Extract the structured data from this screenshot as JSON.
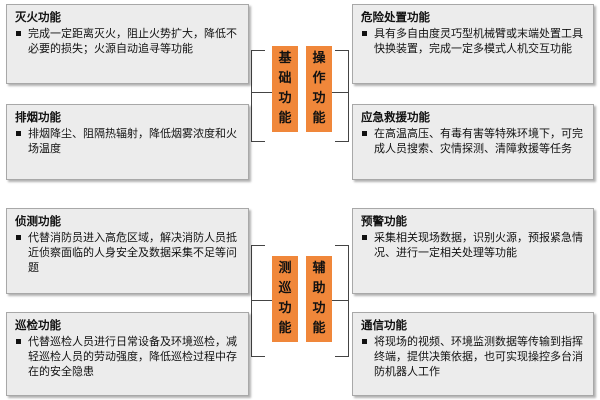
{
  "center_labels": {
    "basic": "基础功能",
    "operation": "操作功能",
    "detection": "测巡功能",
    "auxiliary": "辅助功能"
  },
  "cards": {
    "fire_extinguish": {
      "title": "灭火功能",
      "text": "完成一定距离灭火，阻止火势扩大，降低不必要的损失；火源自动追寻等功能"
    },
    "smoke_exhaust": {
      "title": "排烟功能",
      "text": "排烟降尘、阻隔热辐射，降低烟雾浓度和火场温度"
    },
    "hazard_disposal": {
      "title": "危险处置功能",
      "text": "具有多自由度灵巧型机械臂或末端处置工具快换装置，完成一定多模式人机交互功能"
    },
    "emergency_rescue": {
      "title": "应急救援功能",
      "text": "在高温高压、有毒有害等特殊环境下，可完成人员搜索、灾情探测、清障救援等任务"
    },
    "reconnaissance": {
      "title": "侦测功能",
      "text": "代替消防员进入高危区域，解决消防人员抵近侦察面临的人身安全及数据采集不足等问题"
    },
    "patrol": {
      "title": "巡检功能",
      "text": "代替巡检人员进行日常设备及环境巡检，减轻巡检人员的劳动强度，降低巡检过程中存在的安全隐患"
    },
    "early_warning": {
      "title": "预警功能",
      "text": "采集相关现场数据，识别火源，预报紧急情况、进行一定相关处理等功能"
    },
    "communication": {
      "title": "通信功能",
      "text": "将现场的视频、环境监测数据等传输到指挥终端，提供决策依据，也可实现操控多台消防机器人工作"
    }
  },
  "colors": {
    "center_fill": "#f0873a",
    "card_fill": "#ececec",
    "connector": "#444444"
  }
}
